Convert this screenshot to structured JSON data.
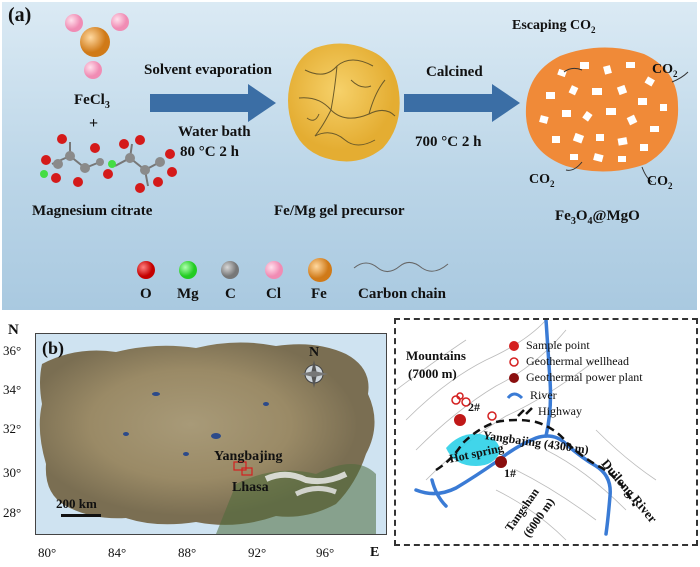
{
  "panel_a": {
    "label": "(a)",
    "fecl3": "FeCl",
    "fecl3_sub": "3",
    "plus": "+",
    "mg_citrate": "Magnesium citrate",
    "step1_top": "Solvent evaporation",
    "step1_bottom1": "Water bath",
    "step1_bottom2": "80 °C 2 h",
    "gel_label": "Fe/Mg gel precursor",
    "step2_top": "Calcined",
    "step2_bottom": "700 °C 2 h",
    "escaping": "Escaping CO",
    "escaping_sub": "2",
    "co2": "CO",
    "co2_sub": "2",
    "product_a": "Fe",
    "product_sub1": "3",
    "product_b": "O",
    "product_sub2": "4",
    "product_c": "@MgO",
    "legend": {
      "o": "O",
      "mg": "Mg",
      "c": "C",
      "cl": "Cl",
      "fe": "Fe",
      "chain": "Carbon chain"
    }
  },
  "panel_b": {
    "label": "(b)",
    "north_axis": "N",
    "east_axis": "E",
    "yticks": [
      "36°",
      "34°",
      "32°",
      "30°",
      "28°"
    ],
    "xticks": [
      "80°",
      "84°",
      "88°",
      "92°",
      "96°"
    ],
    "compass": "N",
    "yangbajing": "Yangbajing",
    "lhasa": "Lhasa",
    "scale": "200 km"
  },
  "panel_c": {
    "mountains1": "Mountains",
    "mountains2": "(7000 m)",
    "legend_sample": "Sample point",
    "legend_wellhead": "Geothermal wellhead",
    "legend_plant": "Geothermal power plant",
    "legend_river": "River",
    "legend_highway": "Highway",
    "site2": "2#",
    "site1": "1#",
    "yangbajing": "Yangbajing (4300 m)",
    "hotspring": "Hot spring",
    "tangshan1": "Tangshan",
    "tangshan2": "(6000 m)",
    "duilong": "Duilong River"
  },
  "colors": {
    "orange": "#f08a38",
    "gold": "#f0bf46",
    "arrow": "#3b6ea5",
    "river": "#3a7bd5",
    "red": "#d42020"
  }
}
